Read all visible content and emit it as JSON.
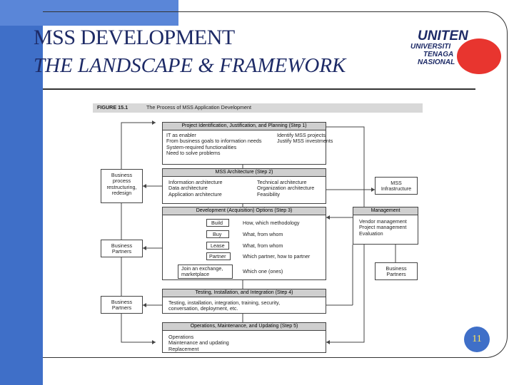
{
  "slide": {
    "title_line1": "MSS DEVELOPMENT",
    "title_line2": "THE LANDSCAPE & FRAMEWORK",
    "page_number": "11",
    "accent_color": "#3f6fc8",
    "logo": {
      "word": "UNITEN",
      "lines": [
        "UNIVERSITI",
        "TENAGA",
        "NASIONAL"
      ],
      "mark_color": "#e8352f"
    }
  },
  "figure": {
    "label": "FIGURE 15.1",
    "caption": "The Process of MSS Application Development",
    "step1": {
      "header": "Project Identification, Justification, and Planning (Step 1)",
      "left_lines": [
        "IT as enabler",
        "From business goals to information needs",
        "System-required functionalities",
        "Need to solve problems"
      ],
      "right_lines": [
        "Identify MSS projects",
        "Justify MSS investments"
      ]
    },
    "step2": {
      "header": "MSS Architecture (Step 2)",
      "left_lines": [
        "Information architecture",
        "Data architecture",
        "Application architecture"
      ],
      "right_lines": [
        "Technical architecture",
        "Organization architecture",
        "Feasibility"
      ]
    },
    "step3": {
      "header": "Development (Acquisition) Options (Step 3)",
      "options": [
        {
          "label": "Build",
          "desc": "How, which methodology"
        },
        {
          "label": "Buy",
          "desc": "What, from whom"
        },
        {
          "label": "Lease",
          "desc": "What, from whom"
        },
        {
          "label": "Partner",
          "desc": "Which partner, how to partner"
        },
        {
          "label": "Join an exchange, marketplace",
          "desc": "Which one (ones)"
        }
      ]
    },
    "step4": {
      "header": "Testing, Installation, and Integration (Step 4)",
      "lines": [
        "Testing, installation, integration, training, security,",
        "conversation, deployment, etc."
      ]
    },
    "step5": {
      "header": "Operations, Maintenance, and Updating (Step 5)",
      "lines": [
        "Operations",
        "Maintenance and updating",
        "Replacement"
      ]
    },
    "side_left": {
      "business_process": [
        "Business",
        "process",
        "restructuring,",
        "redesign"
      ],
      "partners1": [
        "Business",
        "Partners"
      ],
      "partners2": [
        "Business",
        "Partners"
      ]
    },
    "side_right": {
      "mss_infra": [
        "MSS",
        "Infrastructure"
      ],
      "management_header": "Management",
      "management_lines": [
        "Vendor management",
        "Project management",
        "Evaluation"
      ],
      "partners": [
        "Business",
        "Partners"
      ]
    }
  }
}
